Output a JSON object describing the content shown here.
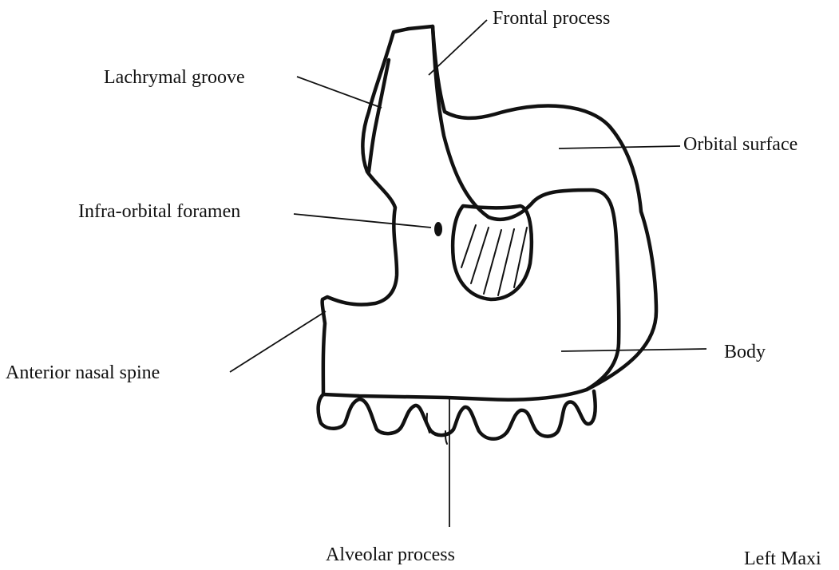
{
  "labels": {
    "frontal_process": "Frontal process",
    "lachrymal_groove": "Lachrymal groove",
    "orbital_surface": "Orbital surface",
    "infra_orbital_foramen": "Infra-orbital foramen",
    "anterior_nasal_spine": "Anterior nasal spine",
    "body": "Body",
    "alveolar_process": "Alveolar process",
    "caption": "Left Maxi"
  },
  "colors": {
    "ink": "#111111",
    "background": "#ffffff"
  }
}
